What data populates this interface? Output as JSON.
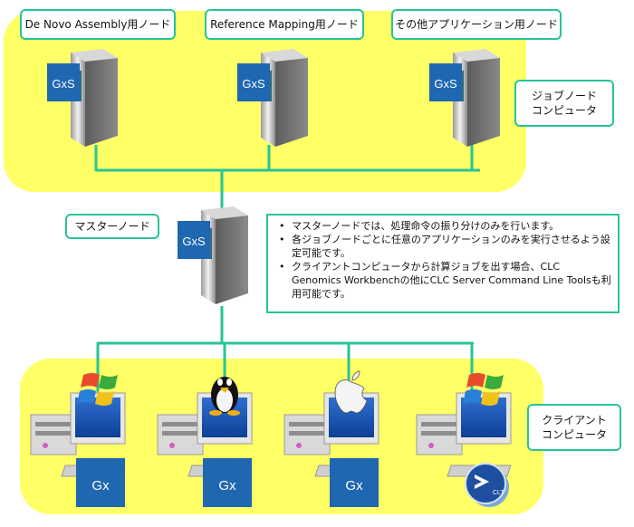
{
  "diagram": {
    "job_nodes": {
      "group_label": [
        "ジョブノード",
        "コンピュータ"
      ],
      "nodes": [
        {
          "label": "De Novo Assembly用ノード",
          "badge": "GxS"
        },
        {
          "label": "Reference Mapping用ノード",
          "badge": "GxS"
        },
        {
          "label": "その他アプリケーション用ノード",
          "badge": "GxS"
        }
      ]
    },
    "master_node": {
      "label": "マスターノード",
      "badge": "GxS"
    },
    "notes": [
      "マスターノードでは、処理命令の振り分けのみを行います。",
      "各ジョブノードごとに任意のアプリケーションのみを実行させるよう設定可能です。",
      "クライアントコンピュータから計算ジョブを出す場合、CLC Genomics Workbenchの他にCLC Server Command Line Toolsも利用可能です。"
    ],
    "clients": {
      "group_label": [
        "クライアント",
        "コンピュータ"
      ],
      "items": [
        {
          "os": "windows-logo-icon",
          "badge": "Gx"
        },
        {
          "os": "linux-tux-icon",
          "badge": "Gx"
        },
        {
          "os": "apple-logo-icon",
          "badge": "Gx"
        },
        {
          "os": "windows-logo-icon",
          "badge": "CLT"
        }
      ]
    },
    "colors": {
      "region": "#ffff66",
      "network": "#27c498",
      "badge": "#1f67b0"
    }
  }
}
